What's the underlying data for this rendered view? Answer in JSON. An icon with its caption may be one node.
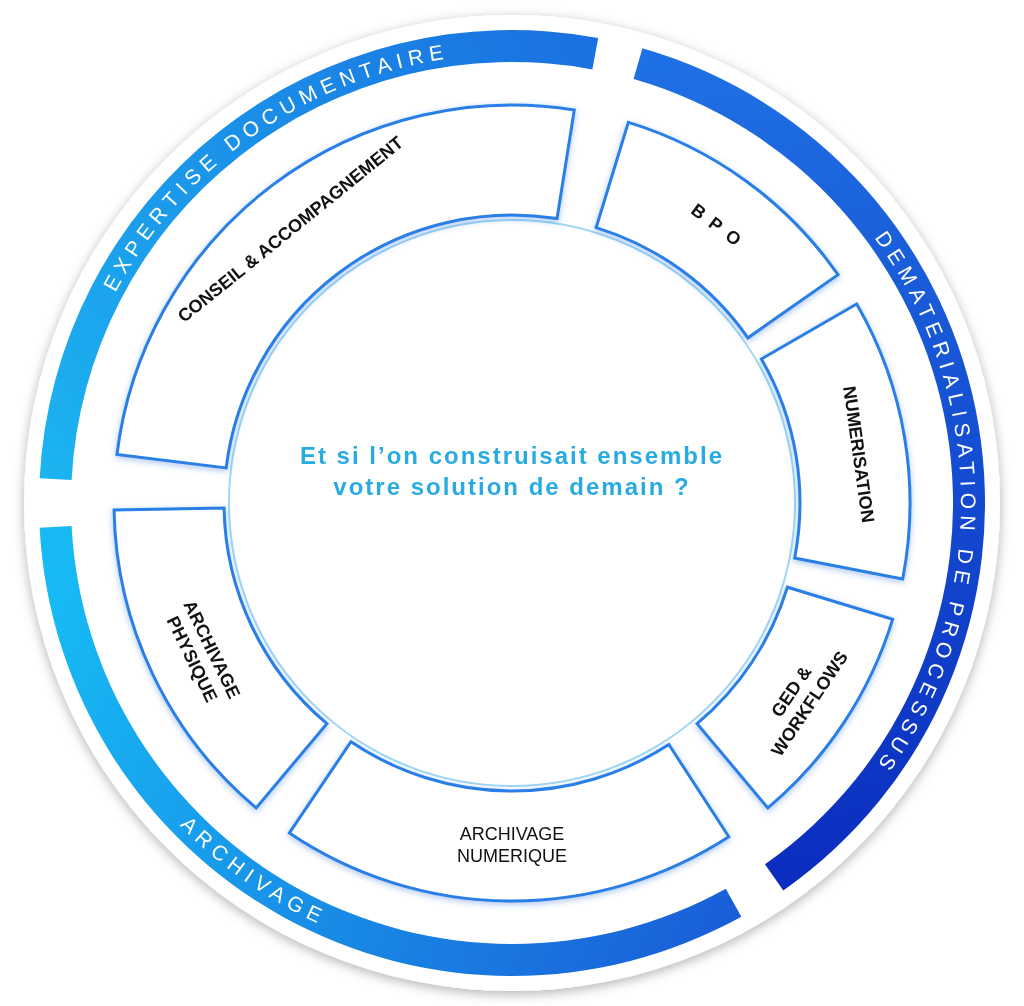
{
  "diagram": {
    "nodes": [
      {
        "text": [
          "EXPERTISE DOCUMENTAIRE"
        ]
      },
      {
        "text": [
          "DEMATERIALISATION DE PROCESSUS"
        ]
      },
      {
        "text": [
          "ARCHIVAGE"
        ]
      },
      {
        "text": [
          "CONSEIL & ACCOMPAGNEMENT"
        ]
      },
      {
        "text": [
          "BPO"
        ]
      },
      {
        "text": [
          "NUMERISATION"
        ]
      },
      {
        "text": [
          "GED & WORKFLOWS"
        ]
      },
      {
        "text": [
          "ARCHIVAGE NUMERIQUE"
        ]
      },
      {
        "text": [
          "ARCHIVAGE PHYSIQUE"
        ]
      }
    ],
    "edges": [],
    "labels": [
      "Et si l’on construisait ensemble votre solution de demain ?"
    ]
  }
}
